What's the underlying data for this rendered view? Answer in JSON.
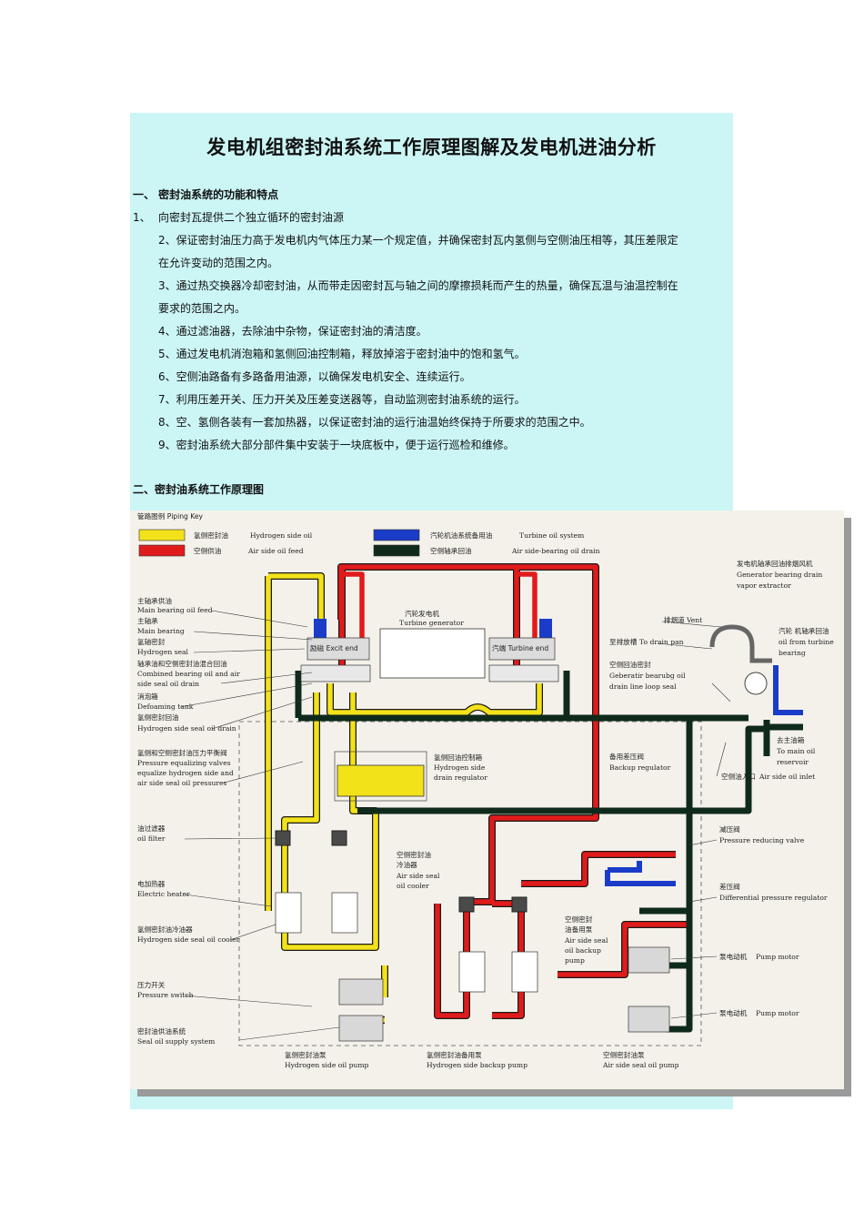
{
  "doc": {
    "title": "发电机组密封油系统工作原理图解及发电机进油分析",
    "section1": "一、 密封油系统的功能和特点",
    "item1_num": "1、",
    "item1_text": "向密封瓦提供二个独立循环的密封油源",
    "items": [
      "2、保证密封油压力高于发电机内气体压力某一个规定值，并确保密封瓦内氢侧与空侧油压相等，其压差限定",
      "在允许变动的范围之内。",
      "3、通过热交换器冷却密封油，从而带走因密封瓦与轴之间的摩擦损耗而产生的热量，确保瓦温与油温控制在",
      "要求的范围之内。",
      "4、通过滤油器，去除油中杂物，保证密封油的清洁度。",
      "5、通过发电机消泡箱和氢侧回油控制箱，释放掉溶于密封油中的饱和氢气。",
      "6、空侧油路备有多路备用油源，以确保发电机安全、连续运行。",
      "7、利用压差开关、压力开关及压差变送器等，自动监测密封油系统的运行。",
      "8、空、氢侧各装有一套加热器，以保证密封油的运行油温始终保持于所要求的范围之中。",
      "9、密封油系统大部分部件集中安装于一块底板中，便于运行巡检和维修。"
    ],
    "section2": "二、密封油系统工作原理图"
  },
  "diagram": {
    "key_title": "管路图例 Piping Key",
    "key": [
      {
        "cn": "氢侧密封油",
        "en": "Hydrogen  side oil",
        "color": "#f2e21a"
      },
      {
        "cn": "空侧供油",
        "en": "Air side   oil feed",
        "color": "#e01b1b"
      },
      {
        "cn": "汽轮机油系统备用油",
        "en": "Turbine oil system",
        "color": "#1a3cc8"
      },
      {
        "cn": "空侧轴承回油",
        "en": "Air side-bearing oil drain",
        "color": "#0f2a1a"
      }
    ],
    "labels": {
      "main_bearing_feed_cn": "主轴承供油",
      "main_bearing_feed_en": "Main bearing oil feed",
      "main_bearing_cn": "主轴承",
      "main_bearing_en": "Main bearing",
      "hydrogen_seal_cn": "氢轴密封",
      "hydrogen_seal_en": "Hydrogen seal",
      "combined_drain_cn": "轴承油和空侧密封油混合回油",
      "combined_drain_en1": "Combined bearing oil and air",
      "combined_drain_en2": "side seal oil drain",
      "defoaming_cn": "消泡箱",
      "defoaming_en": "Defoaming tank",
      "h_drain_cn": "氢侧密封回油",
      "h_drain_en": "Hydrogen side seal oil drain",
      "pev_cn": "氢侧和空侧密封油压力平衡阀",
      "pev_en1": "Pressure equalizing valves",
      "pev_en2": "equalize hydrogen side and",
      "pev_en3": "air side seal oil pressures",
      "filter_cn": "油过滤器",
      "filter_en": "oil filter",
      "heater_cn": "电加热器",
      "heater_en": "Electric heater",
      "h_cooler_cn": "氢侧密封油冷油器",
      "h_cooler_en": "Hydrogen side seal oil cooler",
      "pswitch_cn": "压力开关",
      "pswitch_en": "Pressure switch",
      "supply_cn": "密封油供油系统",
      "supply_en": "Seal oil supply system",
      "h_pump_cn": "氢侧密封油泵",
      "h_pump_en": "Hydrogen   side oil pump",
      "h_backup_cn": "氢侧密封油备用泵",
      "h_backup_en": "Hydrogen   side backup pump",
      "air_pump_cn": "空侧密封油泵",
      "air_pump_en": "Air side seal oil pump",
      "tg_cn": "汽轮发电机",
      "tg_en": "Turbine generator",
      "exciter": "励磁   Excit   end",
      "turbine_end": "汽端   Turbine end",
      "hdrc_cn": "氢侧回油控制箱",
      "hdrc_en1": "Hydrogen side",
      "hdrc_en2": "drain regulator",
      "backup_reg_cn": "备用差压阀",
      "backup_reg_en": "Backup regulator",
      "air_cooler_cn1": "空侧密封油",
      "air_cooler_cn2": "冷油器",
      "air_cooler_en1": "Air side seal",
      "air_cooler_en2": "oil cooler",
      "air_backup_cn1": "空侧密封",
      "air_backup_cn2": "油备用泵",
      "air_backup_en1": "Air side seal",
      "air_backup_en2": "oil  backup",
      "air_backup_en3": "pump",
      "vapor_cn": "发电机轴承回油排烟风机",
      "vapor_en1": "Generator bearing drain",
      "vapor_en2": "vapor extractor",
      "vent_cn": "排烟道",
      "vent_en": "Vent",
      "drain_pan_cn": "至排放槽",
      "drain_pan_en": "To drain pan",
      "loop_cn": "空侧回油密封",
      "loop_en1": "Geberatir bearubg oil",
      "loop_en2": "drain line loop seal",
      "turb_return_cn": "汽轮 机轴承回油",
      "turb_return_en1": "oil from turbine",
      "turb_return_en2": "bearing",
      "reservoir_cn": "去主油箱",
      "reservoir_en1": "To main oil",
      "reservoir_en2": "reservoir",
      "air_inlet_cn": "空侧油入口",
      "air_inlet_en": "Air side oil inlet",
      "prv_cn": "减压阀",
      "prv_en": "Pressure reducing valve",
      "dpr_cn": "差压阀",
      "dpr_en": "Differential pressure regulator",
      "motor1_cn": "泵电动机",
      "motor1_en": "Pump motor",
      "motor2_cn": "泵电动机",
      "motor2_en": "Pump motor"
    }
  }
}
